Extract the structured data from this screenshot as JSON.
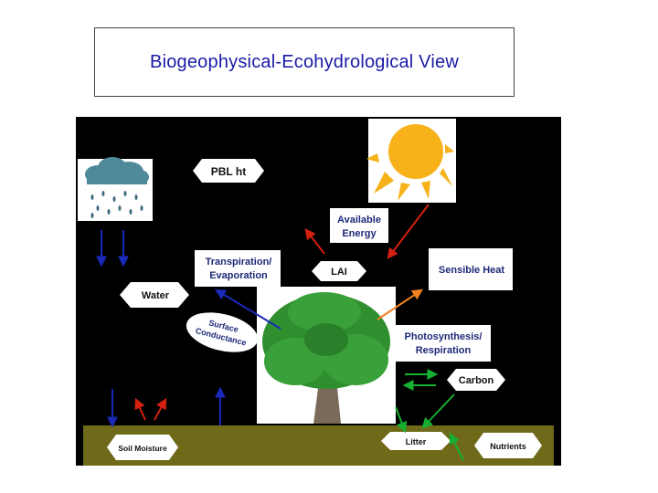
{
  "title": "Biogeophysical-Ecohydrological View",
  "labels": {
    "pbl_ht": "PBL ht",
    "available_energy_1": "Available",
    "available_energy_2": "Energy",
    "transpiration_1": "Transpiration/",
    "transpiration_2": "Evaporation",
    "lai": "LAI",
    "sensible_heat": "Sensible Heat",
    "water": "Water",
    "surface_1": "Surface",
    "surface_2": "Conductance",
    "photosynthesis_1": "Photosynthesis/",
    "photosynthesis_2": "Respiration",
    "carbon": "Carbon",
    "litter": "Litter",
    "nutrients": "Nutrients",
    "soil_moisture": "Soil Moisture"
  },
  "colors": {
    "background": "#000000",
    "ground": "#6f6a1a",
    "label_text": "#1e2a78",
    "arrow_red": "#d42010",
    "arrow_blue": "#1a2ab8",
    "arrow_green": "#16b030",
    "arrow_orange": "#f08020",
    "sun": "#f7b21a",
    "cloud": "#4f8a9a",
    "foliage": "#2f8f2f",
    "trunk": "#7a6a5a"
  },
  "icons": [
    "rain-cloud-icon",
    "sun-icon",
    "tree-icon"
  ]
}
